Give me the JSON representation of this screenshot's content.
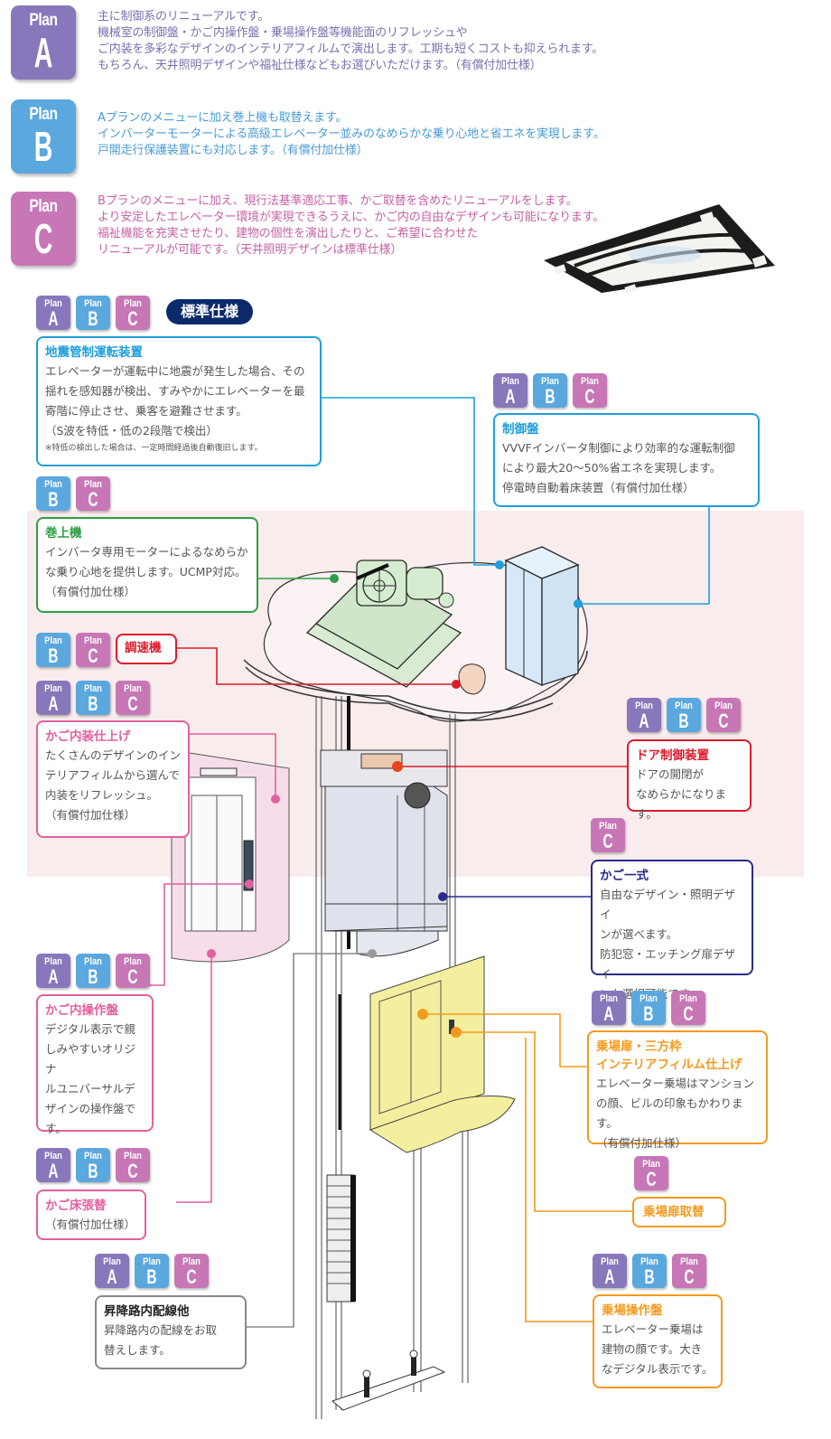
{
  "colors": {
    "plan_a": "#8877bb",
    "plan_b": "#5aa8de",
    "plan_c": "#c777b5",
    "standard_pill": "#0b2a6b",
    "blue": "#1f9fdc",
    "green": "#2e9e44",
    "red": "#dd1b2b",
    "pink": "#e2609f",
    "navy": "#2a2b8a",
    "orange": "#f39a1e",
    "gray": "#888888"
  },
  "badge_word": "Plan",
  "plans": [
    {
      "letter": "A",
      "color": "#8877bb",
      "text_color": "#7c6fb0",
      "lines": [
        "主に制御系のリニューアルです。",
        "機械室の制御盤・かご内操作盤・乗場操作盤等機能面のリフレッシュや",
        "ご内装を多彩なデザインのインテリアフィルムで演出します。工期も短くコストも抑えられます。",
        "もちろん、天井照明デザインや福祉仕様などもお選びいただけます。（有償付加仕様）"
      ]
    },
    {
      "letter": "B",
      "color": "#5aa8de",
      "text_color": "#4a9bd4",
      "lines": [
        "Aプランのメニューに加え巻上機も取替えます。",
        "インバーターモーターによる高級エレベーター並みのなめらかな乗り心地と省エネを実現します。",
        "戸開走行保護装置にも対応します。（有償付加仕様）"
      ]
    },
    {
      "letter": "C",
      "color": "#c777b5",
      "text_color": "#c561a7",
      "lines": [
        "Bプランのメニューに加え、現行法基準適応工事、かご取替を含めたリニューアルをします。",
        "より安定したエレベーター環境が実現できるうえに、かご内の自由なデザインも可能になります。",
        "福祉機能を充実させたり、建物の個性を演出したりと、ご希望に合わせた",
        "リニューアルが可能です。（天井照明デザインは標準仕様）"
      ]
    }
  ],
  "standard_label": "標準仕様",
  "callouts": {
    "earthquake": {
      "plans": [
        "A",
        "B",
        "C"
      ],
      "title": "地震管制運転装置",
      "lines": [
        "エレベーターが運転中に地震が発生した場合、その",
        "揺れを感知器が検出、すみやかにエレベーターを最",
        "寄階に停止させ、乗客を避難させます。",
        "（S波を特低・低の2段階で検出）"
      ],
      "note": "※特低の検出した場合は、一定時間経過後自動復旧します。"
    },
    "control_panel": {
      "plans": [
        "A",
        "B",
        "C"
      ],
      "title": "制御盤",
      "lines": [
        "VVVFインバータ制御により効率的な運転制御",
        "により最大20～50%省エネを実現します。",
        "停電時自動着床装置（有償付加仕様）"
      ]
    },
    "hoist": {
      "plans": [
        "B",
        "C"
      ],
      "title": "巻上機",
      "lines": [
        "インバータ専用モーターによるなめらか",
        "な乗り心地を提供します。UCMP対応。",
        "（有償付加仕様）"
      ]
    },
    "governor": {
      "plans": [
        "B",
        "C"
      ],
      "title": "調速機"
    },
    "car_interior": {
      "plans": [
        "A",
        "B",
        "C"
      ],
      "title": "かご内装仕上げ",
      "lines": [
        "たくさんのデザインのイン",
        "テリアフィルムから選んで",
        "内装をリフレッシュ。",
        "（有償付加仕様）"
      ]
    },
    "door_control": {
      "plans": [
        "A",
        "B",
        "C"
      ],
      "title": "ドア制御装置",
      "lines": [
        "ドアの開閉が",
        "なめらかになります。"
      ]
    },
    "car_set": {
      "plans": [
        "C"
      ],
      "title": "かご一式",
      "lines": [
        "自由なデザイン・照明デザイ",
        "ンが選べます。",
        "防犯窓・エッチング扉デザイ",
        "ンも選択可能です。"
      ]
    },
    "car_panel": {
      "plans": [
        "A",
        "B",
        "C"
      ],
      "title": "かご内操作盤",
      "lines": [
        "デジタル表示で親",
        "しみやすいオリジナ",
        "ルユニバーサルデ",
        "ザインの操作盤で",
        "す。"
      ]
    },
    "hall_door_frame": {
      "plans": [
        "A",
        "B",
        "C"
      ],
      "title_lines": [
        "乗場扉・三方枠",
        "インテリアフィルム仕上げ"
      ],
      "lines": [
        "エレベーター乗場はマンション",
        "の顔、ビルの印象もかわります。",
        "（有償付加仕様）"
      ]
    },
    "car_floor": {
      "plans": [
        "A",
        "B",
        "C"
      ],
      "title": "かご床張替",
      "lines": [
        "（有償付加仕様）"
      ]
    },
    "hall_door_replace": {
      "plans": [
        "C"
      ],
      "title": "乗場扉取替"
    },
    "hoistway_wiring": {
      "plans": [
        "A",
        "B",
        "C"
      ],
      "title": "昇降路内配線他",
      "lines": [
        "昇降路内の配線をお取",
        "替えします。"
      ]
    },
    "hall_panel": {
      "plans": [
        "A",
        "B",
        "C"
      ],
      "title": "乗場操作盤",
      "lines": [
        "エレベーター乗場は",
        "建物の顔です。大き",
        "なデジタル表示です。"
      ]
    }
  }
}
